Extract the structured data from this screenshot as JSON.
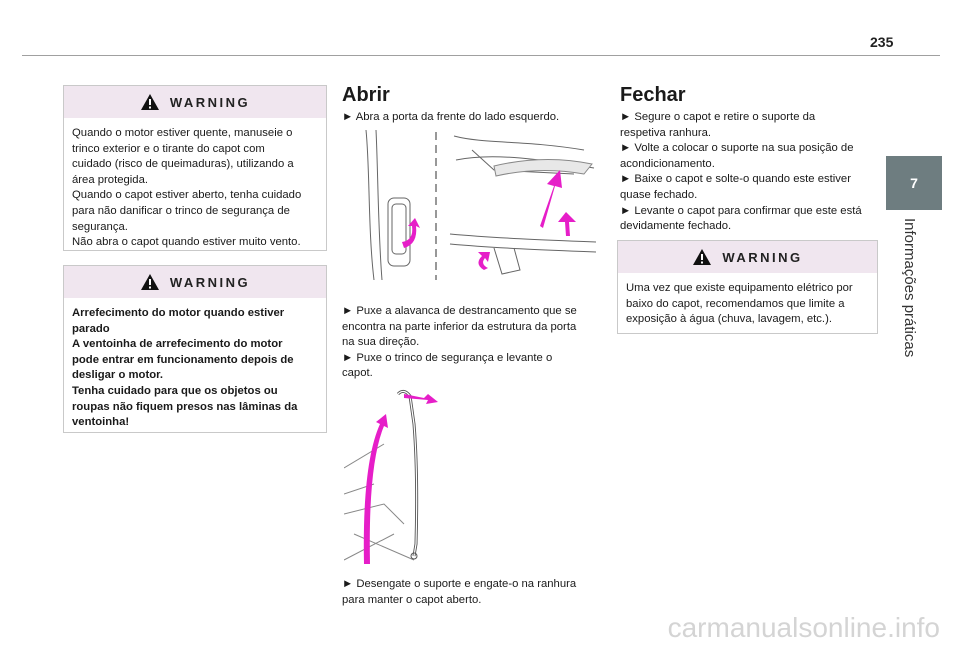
{
  "header": {
    "page_number": "235"
  },
  "chapter": {
    "number": "7",
    "title": "Informações práticas"
  },
  "warnings": {
    "hot_engine": {
      "heading": "WARNING",
      "lines": [
        "Quando o motor estiver quente, manuseie o",
        "trinco exterior e o tirante do capot com",
        "cuidado (risco de queimaduras), utilizando a",
        "área protegida.",
        "Quando o capot estiver aberto, tenha cuidado",
        "para não danificar o trinco de segurança de",
        "segurança.",
        "Não abra o capot quando estiver muito vento."
      ]
    },
    "cooling_fan": {
      "heading": "WARNING",
      "lines": [
        "Arrefecimento do motor quando estiver",
        "parado",
        "A ventoinha de arrefecimento do motor",
        "pode entrar em funcionamento depois de",
        "desligar o motor.",
        "Tenha cuidado para que os objetos ou",
        "roupas não fiquem presos nas lâminas da",
        "ventoinha!"
      ]
    },
    "electrical": {
      "heading": "WARNING",
      "lines": [
        "Uma vez que existe equipamento elétrico por",
        "baixo do capot, recomendamos que limite a",
        "exposição à água (chuva, lavagem, etc.)."
      ]
    }
  },
  "open": {
    "title": "Abrir",
    "step1": [
      "► Abra a porta da frente do lado esquerdo."
    ],
    "step2": [
      "► Puxe a alavanca de destrancamento que se",
      "encontra na parte inferior da estrutura da porta",
      "na sua direção.",
      "► Puxe o trinco de segurança e levante o",
      "capot."
    ],
    "step3": [
      "► Desengate o suporte e engate-o na ranhura",
      "para manter o capot aberto."
    ]
  },
  "close": {
    "title": "Fechar",
    "steps": [
      "► Segure o capot e retire o suporte da",
      "respetiva ranhura.",
      "► Volte a colocar o suporte na sua posição de",
      "acondicionamento.",
      "► Baixe o capot e solte-o quando este estiver",
      "quase fechado.",
      "► Levante o capot para confirmar que este está",
      "devidamente fechado."
    ]
  },
  "colors": {
    "accent_magenta": "#e61ec8",
    "tab_grey": "#6e7d80",
    "warning_band": "#f0e6ef"
  },
  "icons": [
    "warning-triangle-icon"
  ],
  "footer": {
    "watermark": "carmanualsonline.info"
  }
}
